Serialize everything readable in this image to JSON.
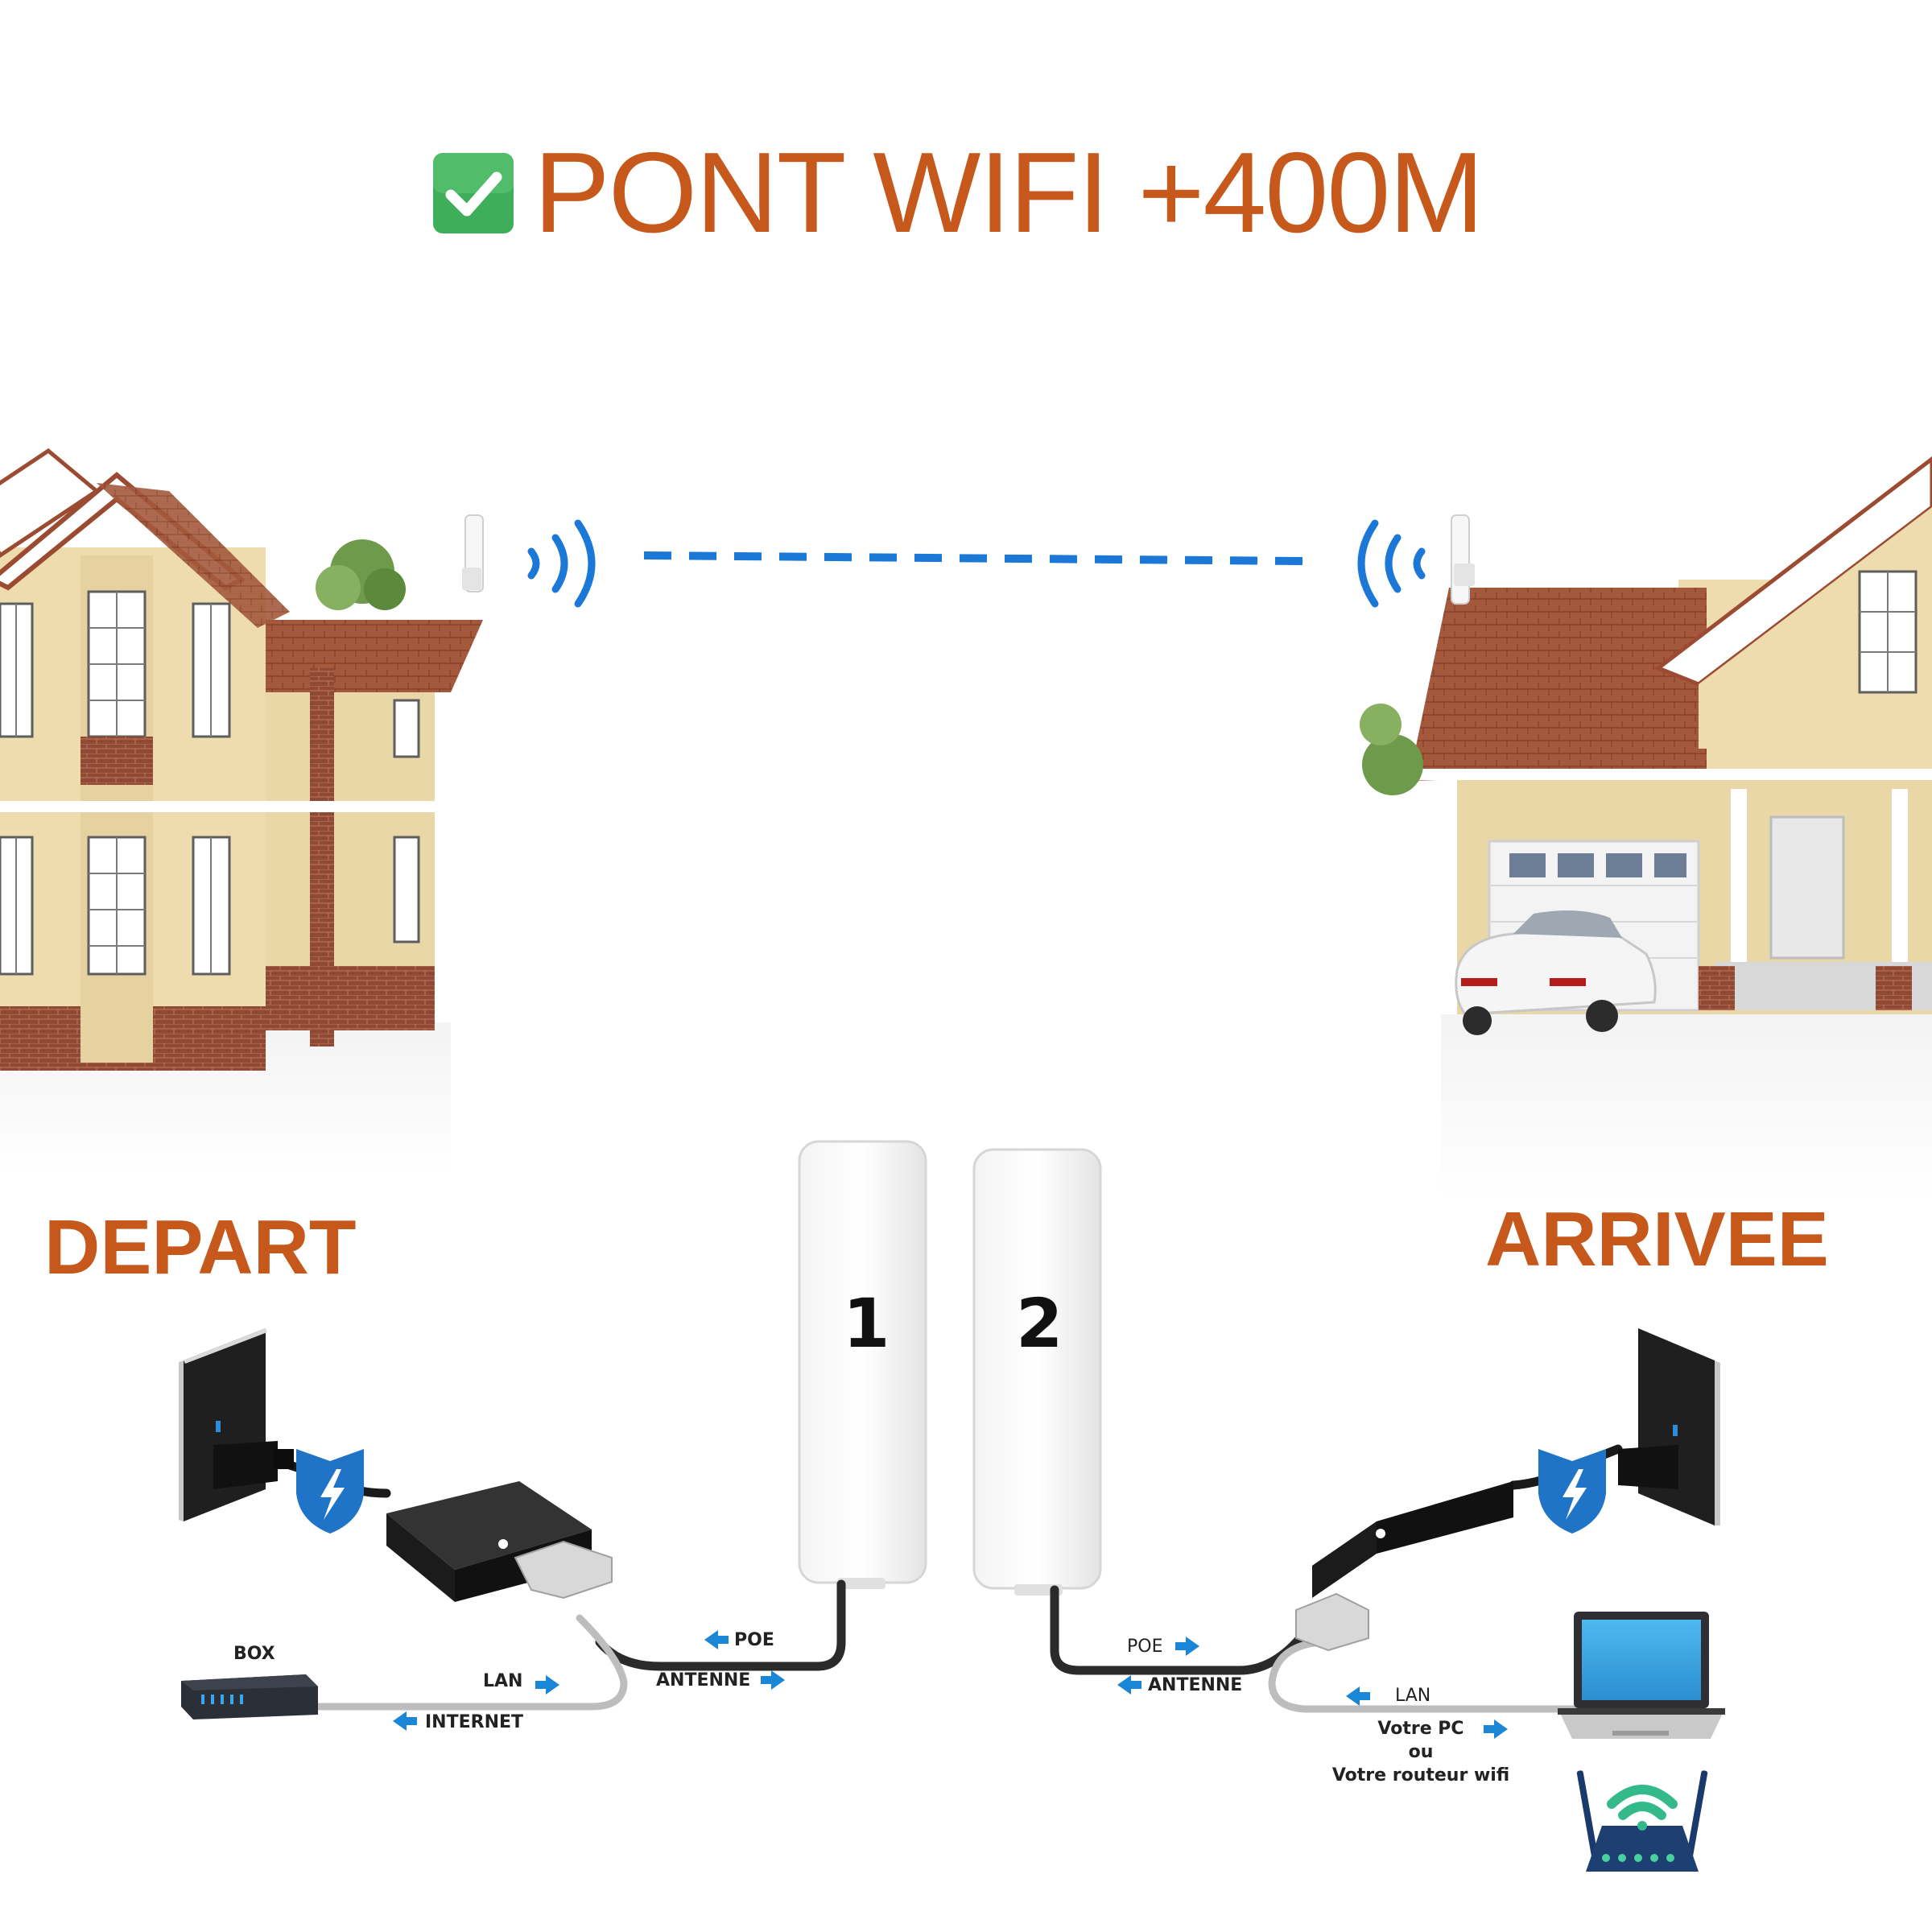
{
  "title": "PONT WIFI +400M",
  "check_icon": "check-mark-icon",
  "sides": {
    "left": "DEPART",
    "right": "ARRIVEE"
  },
  "antennas": [
    "1",
    "2"
  ],
  "left_labels": {
    "box": "BOX",
    "lan": "LAN",
    "internet": "INTERNET",
    "poe": "POE",
    "antenne": "ANTENNE"
  },
  "right_labels": {
    "poe": "POE",
    "antenne": "ANTENNE",
    "lan": "LAN",
    "pc": "Votre PC",
    "ou": "ou",
    "router": "Votre routeur wifi"
  },
  "colors": {
    "accent": "#c5581a",
    "signal": "#1c78d6",
    "check": "#3fae5a",
    "arrow": "#1a86d6"
  }
}
